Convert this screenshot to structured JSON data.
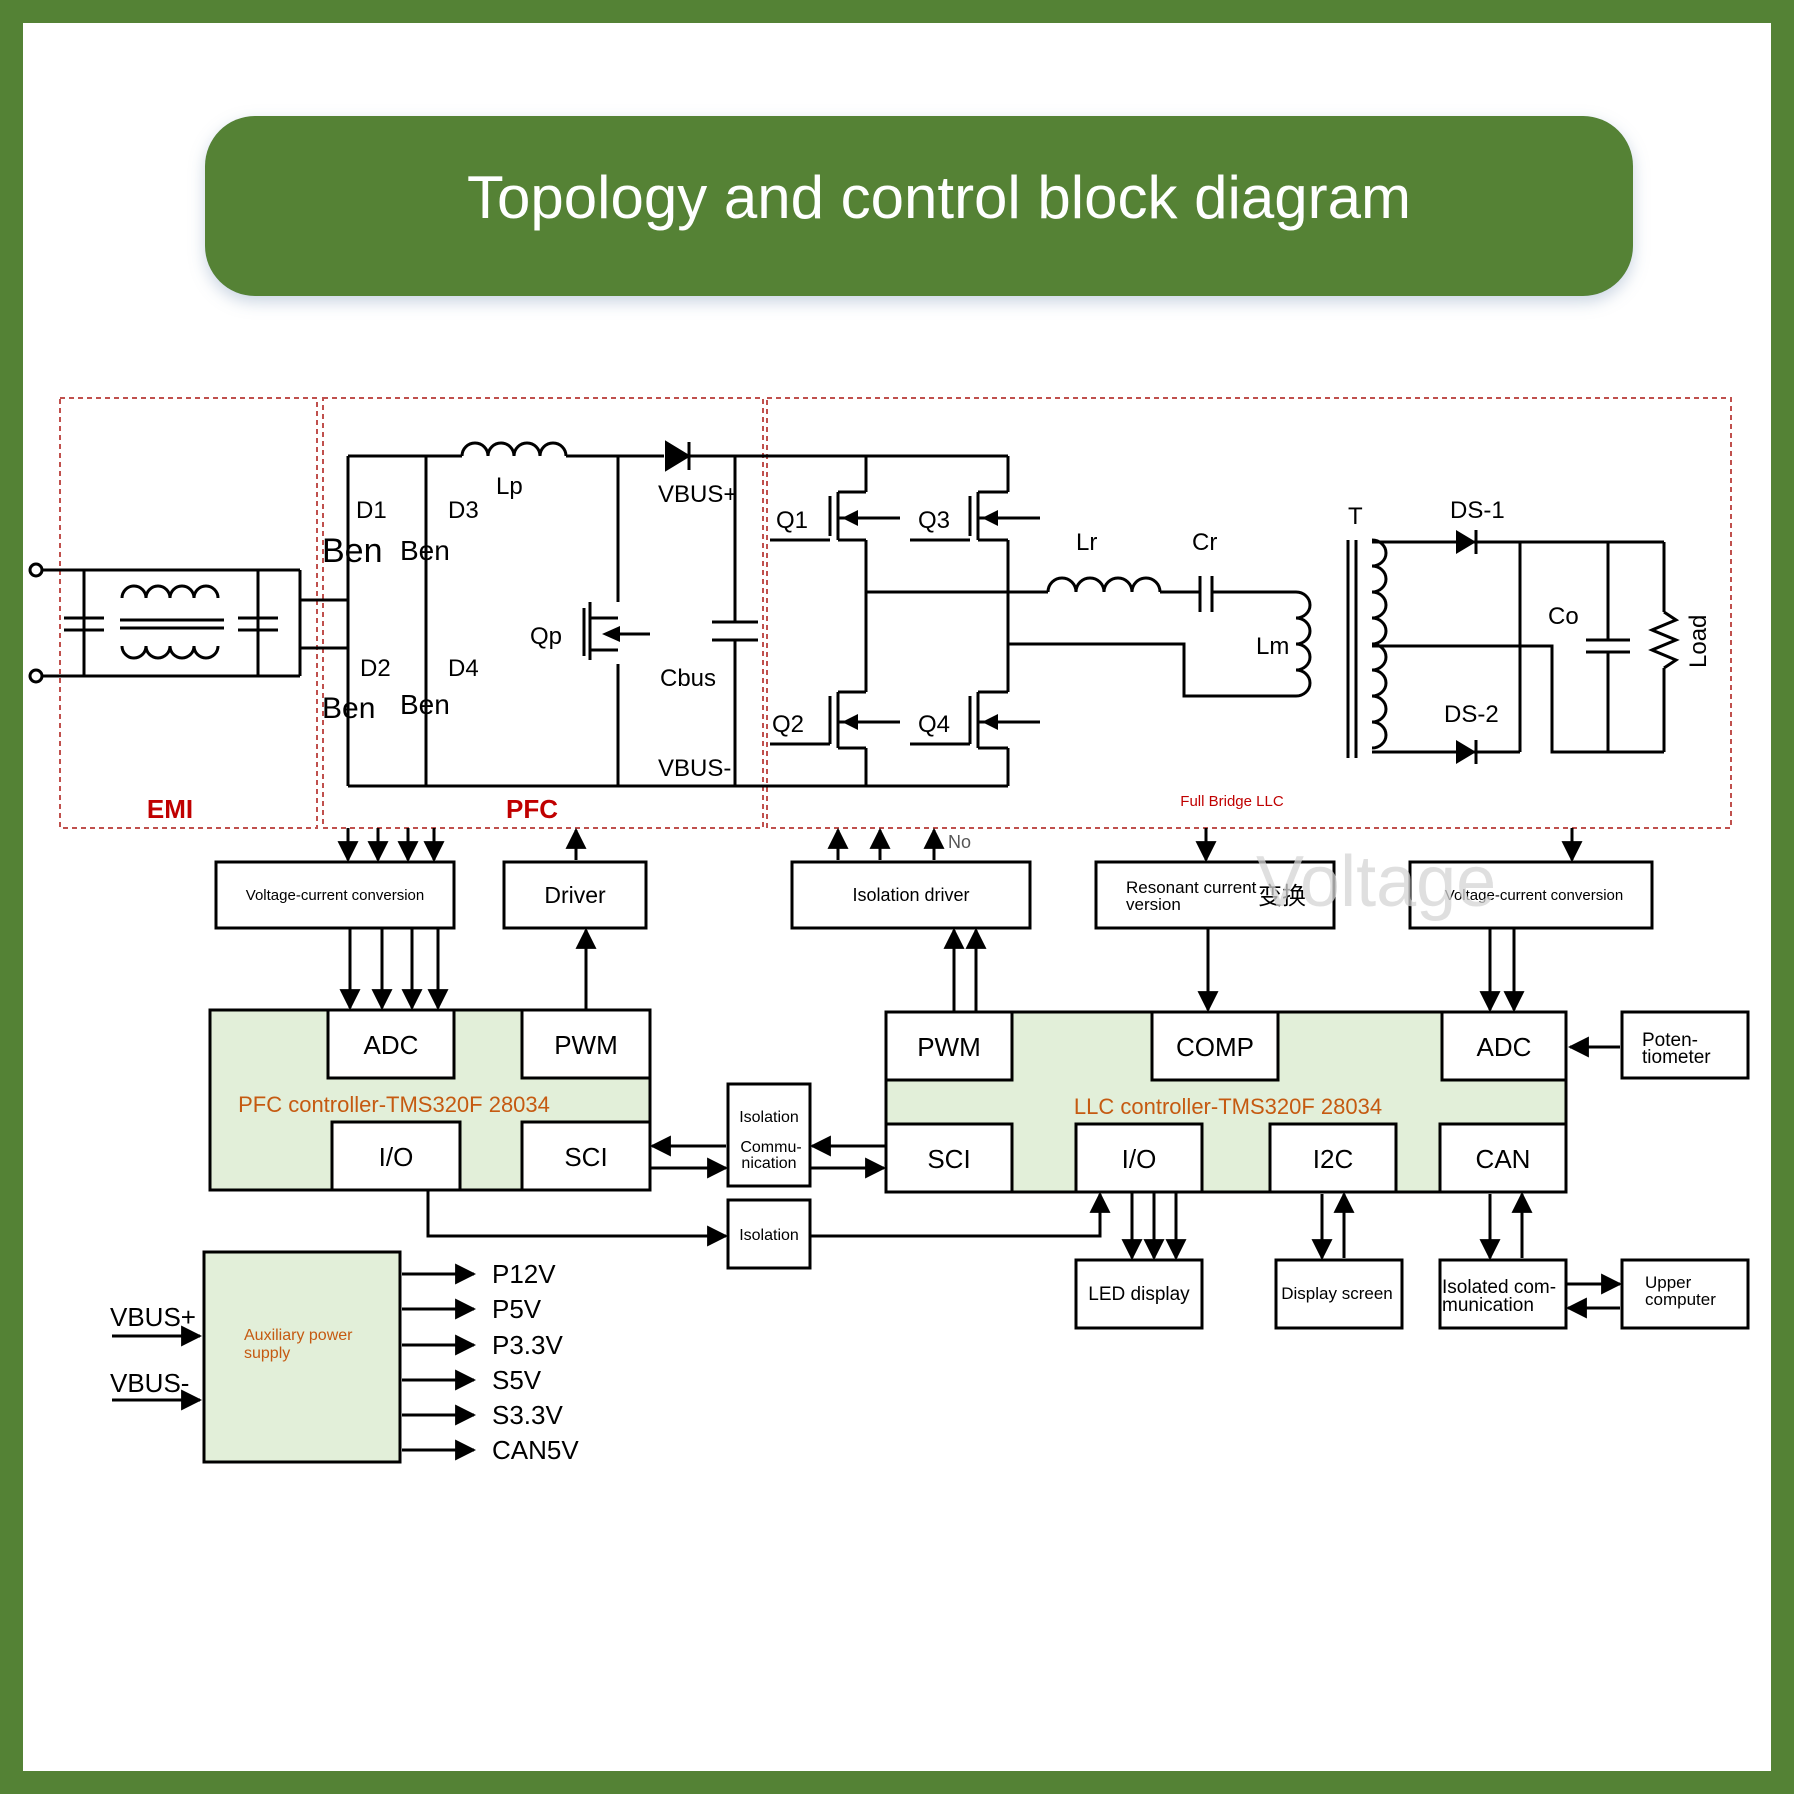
{
  "title": "Topology and control block diagram",
  "sections": {
    "emi": "EMI",
    "pfc": "PFC",
    "llc": "Full Bridge LLC"
  },
  "pfc_stage": {
    "d1": "D1",
    "d2": "D2",
    "d3": "D3",
    "d4": "D4",
    "ben1": "Ben",
    "ben2": "Ben",
    "ben3": "Ben",
    "ben4": "Ben",
    "lp": "Lp",
    "qp": "Qp",
    "cbus": "Cbus",
    "vbus_plus": "VBUS+",
    "vbus_minus": "VBUS-"
  },
  "llc_stage": {
    "q1": "Q1",
    "q2": "Q2",
    "q3": "Q3",
    "q4": "Q4",
    "lr": "Lr",
    "cr": "Cr",
    "lm": "Lm",
    "t": "T",
    "ds1": "DS-1",
    "ds2": "DS-2",
    "co": "Co",
    "load": "Load",
    "fragment_no": "No"
  },
  "blocks": {
    "vc_conv_left": "Voltage-current conversion",
    "driver": "Driver",
    "isolation_driver": "Isolation driver",
    "resonant_line1": "Resonant current",
    "resonant_line2": "version",
    "resonant_cjk": "变换",
    "vc_conv_right": "Voltage-current conversion",
    "watermark": "Voltage",
    "potentiometer_line1": "Poten-",
    "potentiometer_line2": "tiometer",
    "isolation_comm_line1": "Isolation",
    "isolation_comm_line2": "Commu-",
    "isolation_comm_line3": "nication",
    "isolation": "Isolation",
    "led_display": "LED display",
    "display_screen": "Display screen",
    "isolated_comm_line1": "Isolated com-",
    "isolated_comm_line2": "munication",
    "upper_line1": "Upper",
    "upper_line2": "computer",
    "aux_line1": "Auxiliary power",
    "aux_line2": "supply"
  },
  "pfc_controller": {
    "label": "PFC controller-TMS320F 28034",
    "adc": "ADC",
    "pwm": "PWM",
    "io": "I/O",
    "sci": "SCI"
  },
  "llc_controller": {
    "label": "LLC controller-TMS320F 28034",
    "pwm": "PWM",
    "comp": "COMP",
    "adc": "ADC",
    "sci": "SCI",
    "io": "I/O",
    "i2c": "I2C",
    "can": "CAN"
  },
  "aux_inputs": [
    "VBUS+",
    "VBUS-"
  ],
  "aux_outputs": [
    "P12V",
    "P5V",
    "P3.3V",
    "S5V",
    "S3.3V",
    "CAN5V"
  ],
  "colors": {
    "frame": "#548235",
    "title_bg": "#548235",
    "controller_fill": "#e2efd9",
    "section_label": "#c00000",
    "controller_label": "#c55a11"
  }
}
